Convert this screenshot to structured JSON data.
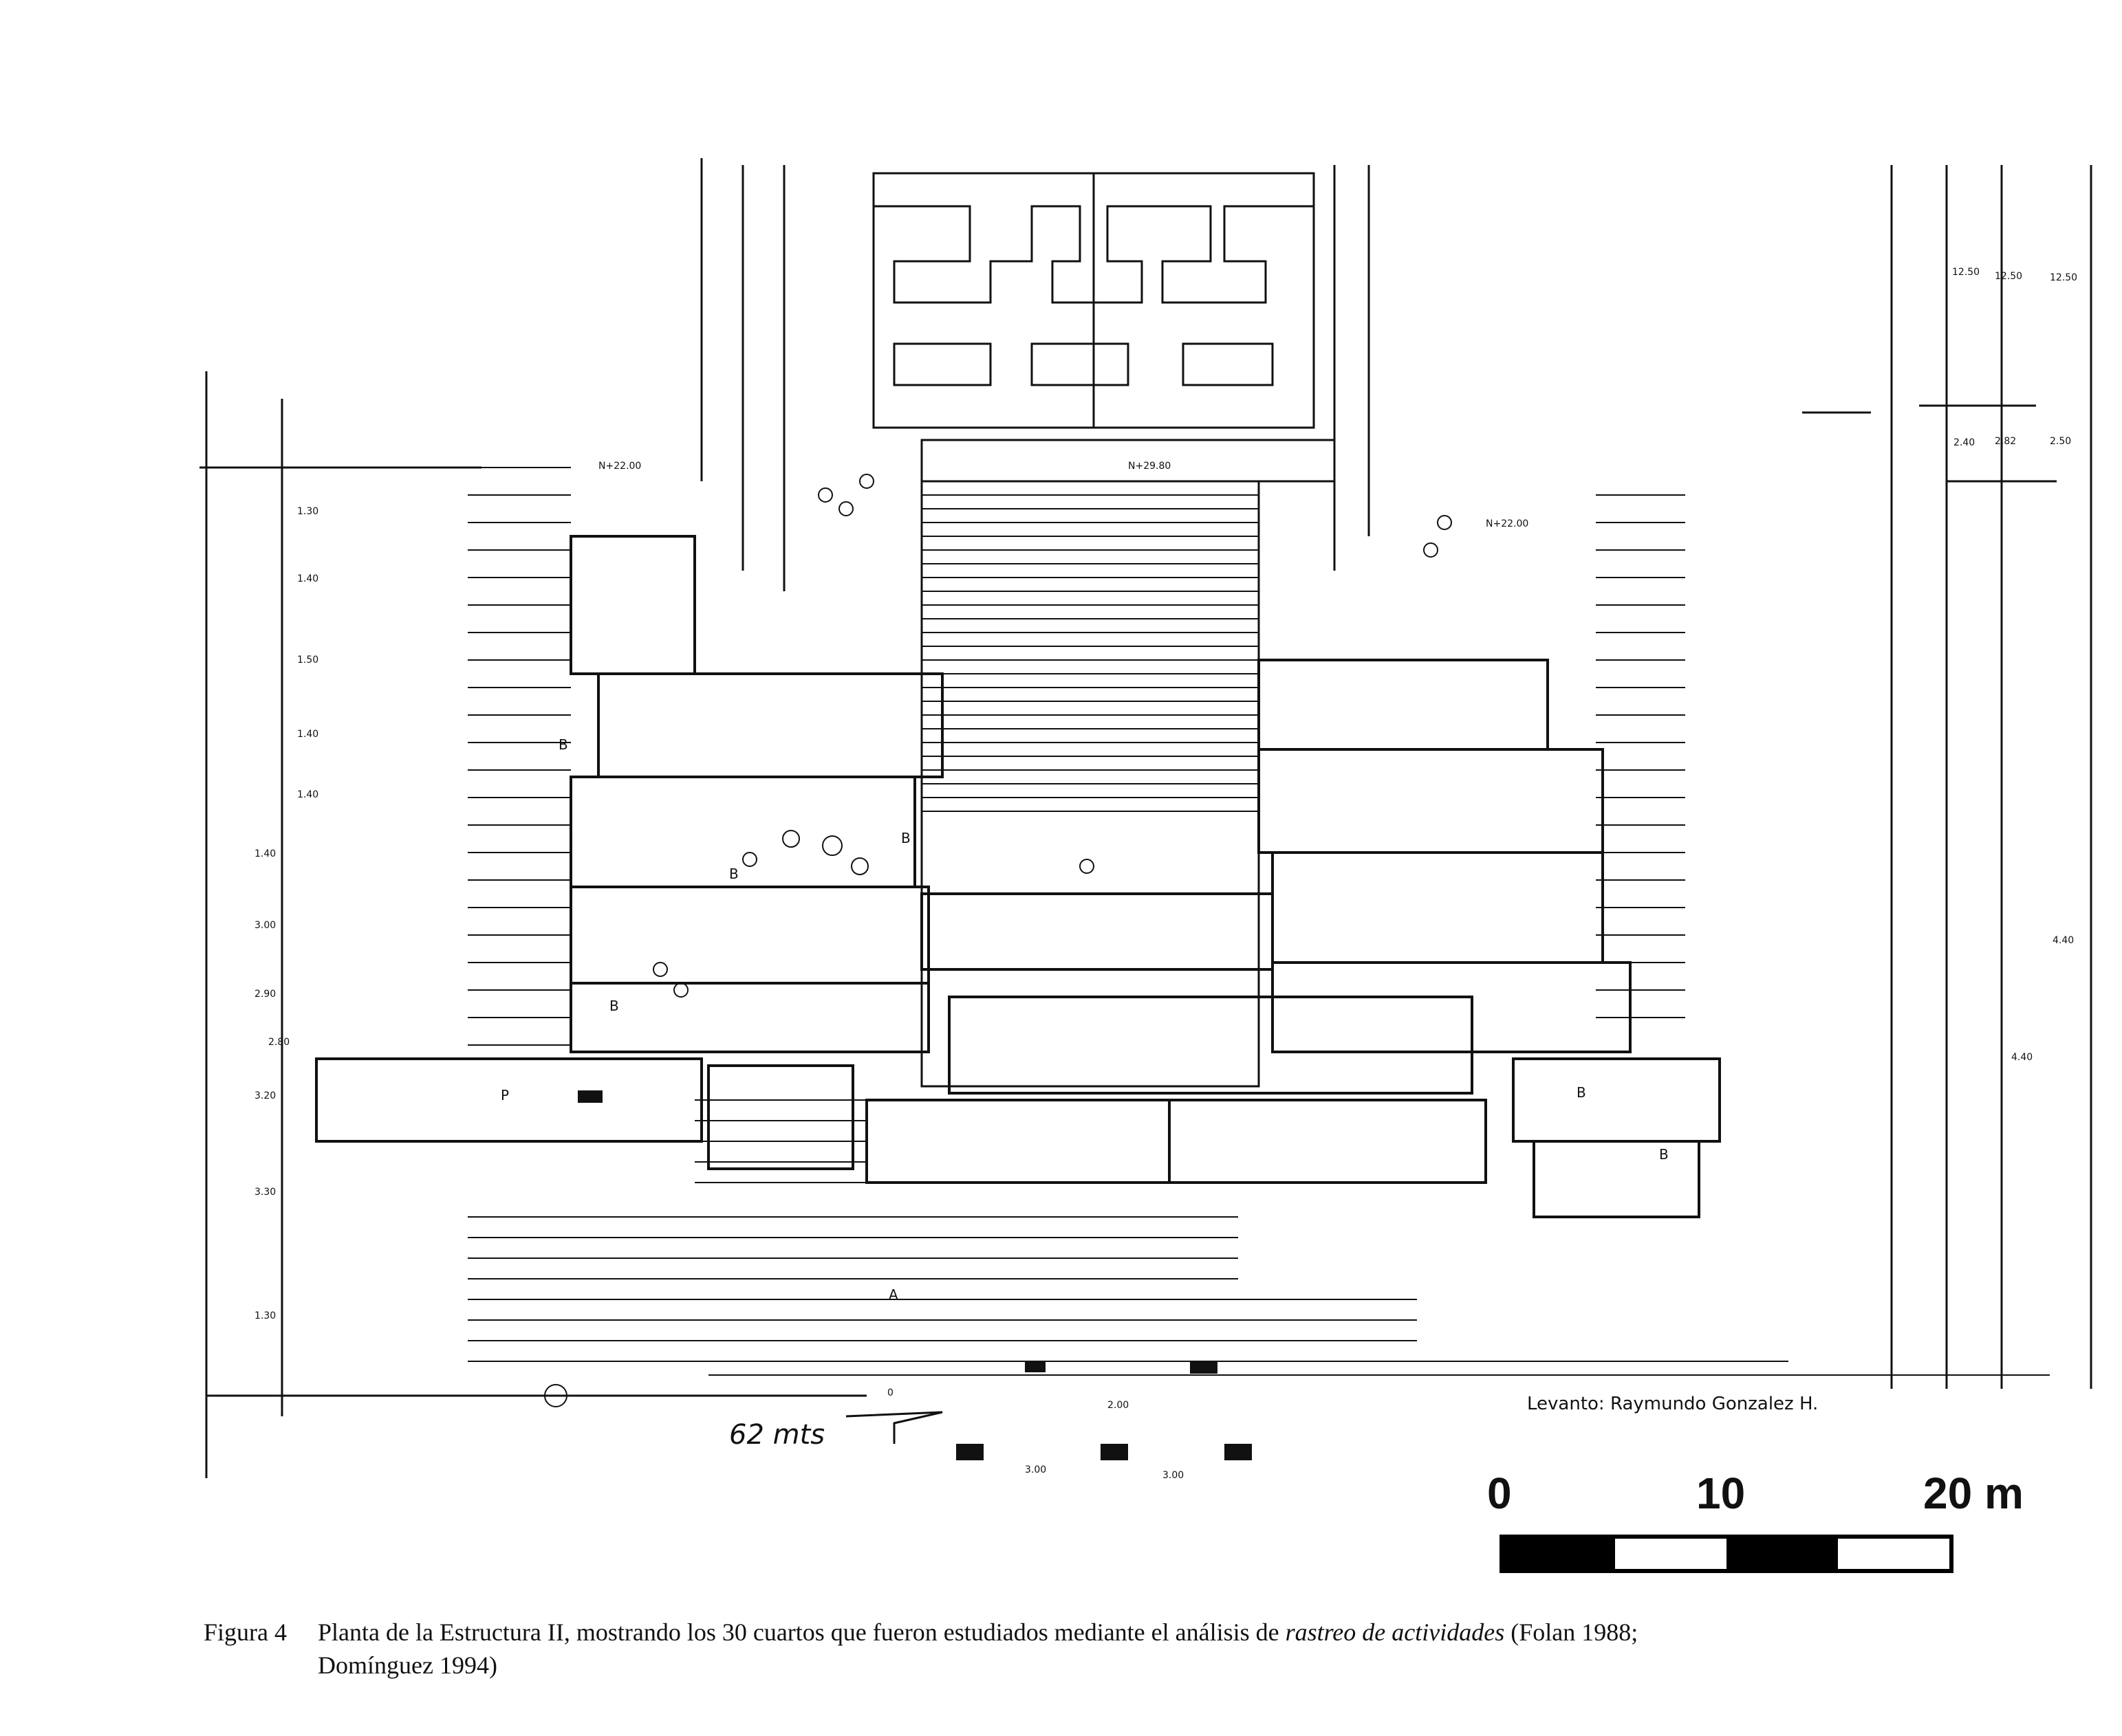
{
  "plan": {
    "top_labels": [
      "N+22.00",
      "N+22.00",
      "N+29.80"
    ],
    "surveyor": "Levanto: Raymundo Gonzalez H.",
    "handwritten_note": "62 mts",
    "left_elev": [
      "1.30",
      "1.40",
      "1.50",
      "1.40",
      "1.40",
      "1.40",
      "3.00",
      "2.90",
      "2.80",
      "3.20",
      "3.30",
      "1.30"
    ],
    "right_elev": [
      "12.50",
      "12.50",
      "12.50",
      "2.40",
      "2.82",
      "2.50"
    ],
    "right_total": [
      "4.40",
      "4.40"
    ],
    "room_letters": [
      "B",
      "B",
      "B",
      "B",
      "A",
      "P",
      "B",
      "B"
    ],
    "bottom_labels": [
      "0",
      "2.00",
      "3.00",
      "3.00"
    ]
  },
  "scale": {
    "labels": [
      "0",
      "10",
      "20 m"
    ]
  },
  "caption": {
    "number": "Figura 4",
    "text_before": "Planta de la Estructura II, mostrando los 30 cuartos que fueron estudiados mediante el análisis de ",
    "italic": "rastreo de actividades",
    "text_after": " (Folan 1988; Domínguez 1994)"
  },
  "colors": {
    "ink": "#111111",
    "paper": "#ffffff"
  }
}
